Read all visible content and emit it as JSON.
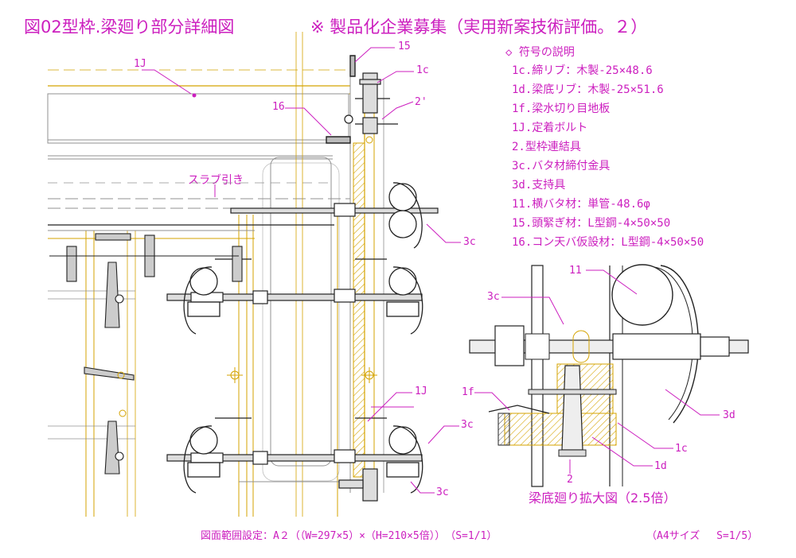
{
  "title": "図02型枠.梁廻り部分詳細図",
  "subtitle": "※ 製品化企業募集（実用新案技術評価。２）",
  "legend": {
    "heading": "◇ 符号の説明",
    "items": [
      "1c.締リブ：木製-25×48.6",
      "1d.梁底リブ：木製-25×51.6",
      "1f.梁水切り目地板",
      "1J.定着ボルト",
      "2.型枠連結具",
      "3c.バタ材締付金具",
      "3d.支持具",
      "11.横バタ材：単管-48.6φ",
      "15.頭緊ぎ材：L型鋼-4×50×50",
      "16.コン天バ仮設材：L型鋼-4×50×50"
    ]
  },
  "callouts": {
    "c_1j_top": "1J",
    "c_15": "15",
    "c_1c_top": "1c",
    "c_2": "2'",
    "c_16": "16",
    "c_slab": "スラブ引き",
    "c_3c_a": "3c",
    "c_1j_mid": "1J",
    "c_3c_b": "3c",
    "c_3c_c": "3c",
    "c_11": "11",
    "c_3c_detail": "3c",
    "c_1f": "1f",
    "c_3d": "3d",
    "c_1c_detail": "1c",
    "c_1d": "1d",
    "c_2_detail": "2"
  },
  "detail_caption": "梁底廻り拡大図（2.5倍）",
  "footer": {
    "range": "図面範囲設定：A２（（W=297×5）×（H=210×5倍））　（S=1/1）",
    "scale": "（A4サイズ　 S=1/5）"
  },
  "colors": {
    "background": "#ffffff",
    "annotation": "#cc1fbf",
    "yellow": "#d4a300",
    "gray": "#909090",
    "dark": "#222222"
  }
}
